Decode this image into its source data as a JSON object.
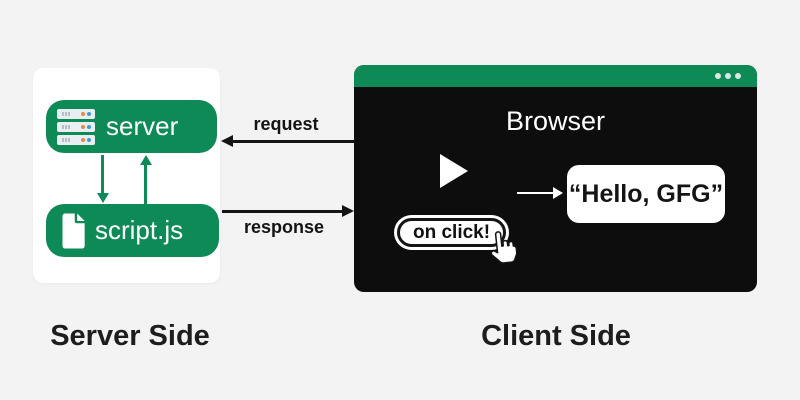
{
  "colors": {
    "green": "#0e8a57",
    "bg": "#f3f3f3",
    "body": "#0d0d0d",
    "panel": "#ffffff",
    "ink": "#1b1b1b",
    "dot": "#d9e7e0"
  },
  "server_side": {
    "caption": "Server Side",
    "server_label": "server",
    "script_label": "script.js"
  },
  "flows": {
    "request_label": "request",
    "response_label": "response"
  },
  "client_side": {
    "caption": "Client Side",
    "browser_title": "Browser",
    "onclick_label": "on click!",
    "output_text": "“Hello, GFG”"
  },
  "icons": {
    "server_icon": "server-rack",
    "file_icon": "document-page",
    "play_icon": "triangle-right",
    "cursor_icon": "hand-pointer",
    "window_dots": "three-dots-menu"
  }
}
